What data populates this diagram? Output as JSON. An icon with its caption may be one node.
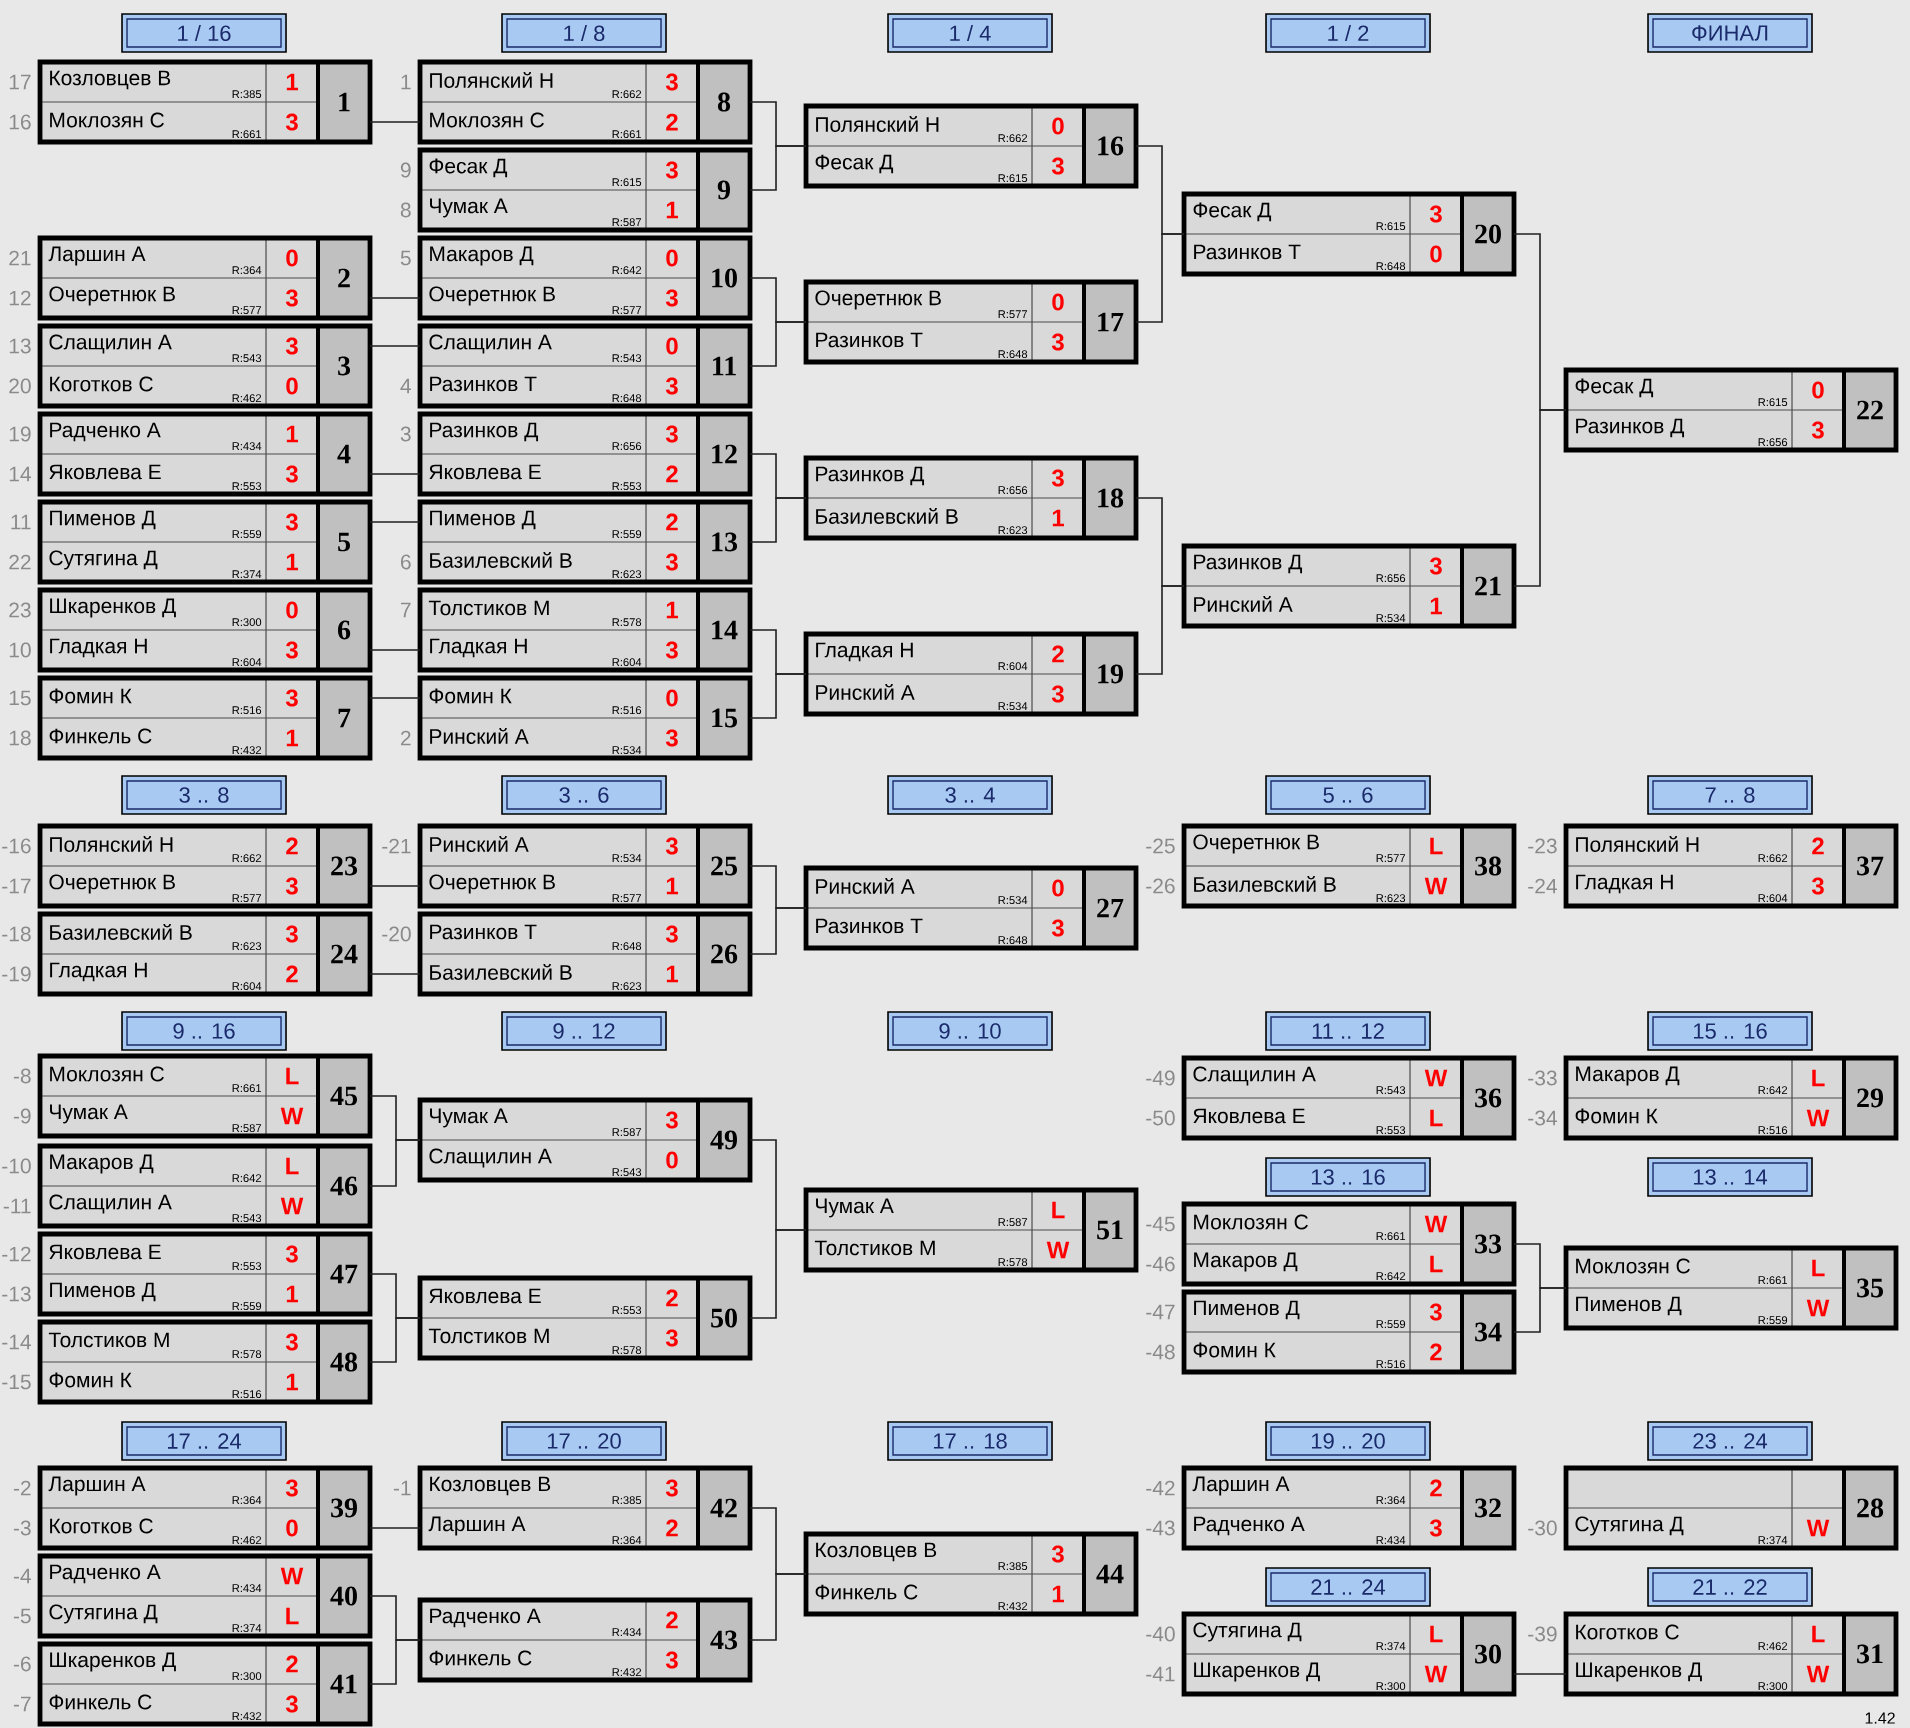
{
  "diagram": {
    "nodes": [
      {
        "text": [
          "1 / 16"
        ]
      },
      {
        "text": [
          "1 / 8"
        ]
      },
      {
        "text": [
          "1 / 4"
        ]
      },
      {
        "text": [
          "1 / 2"
        ]
      },
      {
        "text": [
          "ФИНАЛ"
        ]
      },
      {
        "text": [
          "Козловцев В",
          "R:385",
          "1",
          "Моклозян С",
          "R:661",
          "3",
          "1"
        ],
        "beside": [
          "17",
          "16"
        ]
      },
      {
        "text": [
          "Ларшин А",
          "R:364",
          "0",
          "Очеретнюк В",
          "R:577",
          "3",
          "2"
        ],
        "beside": [
          "21",
          "12"
        ]
      },
      {
        "text": [
          "Слащилин А",
          "R:543",
          "3",
          "Коготков С",
          "R:462",
          "0",
          "3"
        ],
        "beside": [
          "13",
          "20"
        ]
      },
      {
        "text": [
          "Радченко А",
          "R:434",
          "1",
          "Яковлева Е",
          "R:553",
          "3",
          "4"
        ],
        "beside": [
          "19",
          "14"
        ]
      },
      {
        "text": [
          "Пименов Д",
          "R:559",
          "3",
          "Сутягина Д",
          "R:374",
          "1",
          "5"
        ],
        "beside": [
          "11",
          "22"
        ]
      },
      {
        "text": [
          "Шкаренков Д",
          "R:300",
          "0",
          "Гладкая Н",
          "R:604",
          "3",
          "6"
        ],
        "beside": [
          "23",
          "10"
        ]
      },
      {
        "text": [
          "Фомин К",
          "R:516",
          "3",
          "Финкель С",
          "R:432",
          "1",
          "7"
        ],
        "beside": [
          "15",
          "18"
        ]
      },
      {
        "text": [
          "Полянский Н",
          "R:662",
          "3",
          "Моклозян С",
          "R:661",
          "2",
          "8"
        ],
        "beside": [
          "1"
        ]
      },
      {
        "text": [
          "Фесак Д",
          "R:615",
          "3",
          "Чумак А",
          "R:587",
          "1",
          "9"
        ],
        "beside": [
          "9",
          "8"
        ]
      },
      {
        "text": [
          "Макаров Д",
          "R:642",
          "0",
          "Очеретнюк В",
          "R:577",
          "3",
          "10"
        ],
        "beside": [
          "5"
        ]
      },
      {
        "text": [
          "Слащилин А",
          "R:543",
          "0",
          "Разинков Т",
          "R:648",
          "3",
          "11"
        ],
        "beside": [
          "4"
        ]
      },
      {
        "text": [
          "Разинков Д",
          "R:656",
          "3",
          "Яковлева Е",
          "R:553",
          "2",
          "12"
        ],
        "beside": [
          "3"
        ]
      },
      {
        "text": [
          "Пименов Д",
          "R:559",
          "2",
          "Базилевский В",
          "R:623",
          "3",
          "13"
        ],
        "beside": [
          "6"
        ]
      },
      {
        "text": [
          "Толстиков М",
          "R:578",
          "1",
          "Гладкая Н",
          "R:604",
          "3",
          "14"
        ],
        "beside": [
          "7"
        ]
      },
      {
        "text": [
          "Фомин К",
          "R:516",
          "0",
          "Ринский А",
          "R:534",
          "3",
          "15"
        ],
        "beside": [
          "2"
        ]
      },
      {
        "text": [
          "Полянский Н",
          "R:662",
          "0",
          "Фесак Д",
          "R:615",
          "3",
          "16"
        ]
      },
      {
        "text": [
          "Очеретнюк В",
          "R:577",
          "0",
          "Разинков Т",
          "R:648",
          "3",
          "17"
        ]
      },
      {
        "text": [
          "Разинков Д",
          "R:656",
          "3",
          "Базилевский В",
          "R:623",
          "1",
          "18"
        ]
      },
      {
        "text": [
          "Гладкая Н",
          "R:604",
          "2",
          "Ринский А",
          "R:534",
          "3",
          "19"
        ]
      },
      {
        "text": [
          "Фесак Д",
          "R:615",
          "3",
          "Разинков Т",
          "R:648",
          "0",
          "20"
        ]
      },
      {
        "text": [
          "Разинков Д",
          "R:656",
          "3",
          "Ринский А",
          "R:534",
          "1",
          "21"
        ]
      },
      {
        "text": [
          "Фесак Д",
          "R:615",
          "0",
          "Разинков Д",
          "R:656",
          "3",
          "22"
        ]
      },
      {
        "text": [
          "3 .. 8"
        ]
      },
      {
        "text": [
          "3 .. 6"
        ]
      },
      {
        "text": [
          "3 .. 4"
        ]
      },
      {
        "text": [
          "5 .. 6"
        ]
      },
      {
        "text": [
          "7 .. 8"
        ]
      },
      {
        "text": [
          "Полянский Н",
          "R:662",
          "2",
          "Очеретнюк В",
          "R:577",
          "3",
          "23"
        ],
        "beside": [
          "-16",
          "-17"
        ]
      },
      {
        "text": [
          "Базилевский В",
          "R:623",
          "3",
          "Гладкая Н",
          "R:604",
          "2",
          "24"
        ],
        "beside": [
          "-18",
          "-19"
        ]
      },
      {
        "text": [
          "Ринский А",
          "R:534",
          "3",
          "Очеретнюк В",
          "R:577",
          "1",
          "25"
        ],
        "beside": [
          "-21"
        ]
      },
      {
        "text": [
          "Разинков Т",
          "R:648",
          "3",
          "Базилевский В",
          "R:623",
          "1",
          "26"
        ],
        "beside": [
          "-20"
        ]
      },
      {
        "text": [
          "Ринский А",
          "R:534",
          "0",
          "Разинков Т",
          "R:648",
          "3",
          "27"
        ]
      },
      {
        "text": [
          "Очеретнюк В",
          "R:577",
          "L",
          "Базилевский В",
          "R:623",
          "W",
          "38"
        ],
        "beside": [
          "-25",
          "-26"
        ]
      },
      {
        "text": [
          "Полянский Н",
          "R:662",
          "2",
          "Гладкая Н",
          "R:604",
          "3",
          "37"
        ],
        "beside": [
          "-23",
          "-24"
        ]
      },
      {
        "text": [
          "9 .. 16"
        ]
      },
      {
        "text": [
          "9 .. 12"
        ]
      },
      {
        "text": [
          "9 .. 10"
        ]
      },
      {
        "text": [
          "11 .. 12"
        ]
      },
      {
        "text": [
          "15 .. 16"
        ]
      },
      {
        "text": [
          "Моклозян С",
          "R:661",
          "L",
          "Чумак А",
          "R:587",
          "W",
          "45"
        ],
        "beside": [
          "-8",
          "-9"
        ]
      },
      {
        "text": [
          "Макаров Д",
          "R:642",
          "L",
          "Слащилин А",
          "R:543",
          "W",
          "46"
        ],
        "beside": [
          "-10",
          "-11"
        ]
      },
      {
        "text": [
          "Яковлева Е",
          "R:553",
          "3",
          "Пименов Д",
          "R:559",
          "1",
          "47"
        ],
        "beside": [
          "-12",
          "-13"
        ]
      },
      {
        "text": [
          "Толстиков М",
          "R:578",
          "3",
          "Фомин К",
          "R:516",
          "1",
          "48"
        ],
        "beside": [
          "-14",
          "-15"
        ]
      },
      {
        "text": [
          "Чумак А",
          "R:587",
          "3",
          "Слащилин А",
          "R:543",
          "0",
          "49"
        ]
      },
      {
        "text": [
          "Яковлева Е",
          "R:553",
          "2",
          "Толстиков М",
          "R:578",
          "3",
          "50"
        ]
      },
      {
        "text": [
          "Чумак А",
          "R:587",
          "L",
          "Толстиков М",
          "R:578",
          "W",
          "51"
        ]
      },
      {
        "text": [
          "Слащилин А",
          "R:543",
          "W",
          "Яковлева Е",
          "R:553",
          "L",
          "36"
        ],
        "beside": [
          "-49",
          "-50"
        ]
      },
      {
        "text": [
          "Макаров Д",
          "R:642",
          "L",
          "Фомин К",
          "R:516",
          "W",
          "29"
        ],
        "beside": [
          "-33",
          "-34"
        ]
      },
      {
        "text": [
          "13 .. 16"
        ]
      },
      {
        "text": [
          "13 .. 14"
        ]
      },
      {
        "text": [
          "Моклозян С",
          "R:661",
          "W",
          "Макаров Д",
          "R:642",
          "L",
          "33"
        ],
        "beside": [
          "-45",
          "-46"
        ]
      },
      {
        "text": [
          "Пименов Д",
          "R:559",
          "3",
          "Фомин К",
          "R:516",
          "2",
          "34"
        ],
        "beside": [
          "-47",
          "-48"
        ]
      },
      {
        "text": [
          "Моклозян С",
          "R:661",
          "L",
          "Пименов Д",
          "R:559",
          "W",
          "35"
        ]
      },
      {
        "text": [
          "17 .. 24"
        ]
      },
      {
        "text": [
          "17 .. 20"
        ]
      },
      {
        "text": [
          "17 .. 18"
        ]
      },
      {
        "text": [
          "19 .. 20"
        ]
      },
      {
        "text": [
          "23 .. 24"
        ]
      },
      {
        "text": [
          "Ларшин А",
          "R:364",
          "3",
          "Коготков С",
          "R:462",
          "0",
          "39"
        ],
        "beside": [
          "-2",
          "-3"
        ]
      },
      {
        "text": [
          "Радченко А",
          "R:434",
          "W",
          "Сутягина Д",
          "R:374",
          "L",
          "40"
        ],
        "beside": [
          "-4",
          "-5"
        ]
      },
      {
        "text": [
          "Шкаренков Д",
          "R:300",
          "2",
          "Финкель С",
          "R:432",
          "3",
          "41"
        ],
        "beside": [
          "-6",
          "-7"
        ]
      },
      {
        "text": [
          "Козловцев В",
          "R:385",
          "3",
          "Ларшин А",
          "R:364",
          "2",
          "42"
        ],
        "beside": [
          "-1"
        ]
      },
      {
        "text": [
          "Радченко А",
          "R:434",
          "2",
          "Финкель С",
          "R:432",
          "3",
          "43"
        ]
      },
      {
        "text": [
          "Козловцев В",
          "R:385",
          "3",
          "Финкель С",
          "R:432",
          "1",
          "44"
        ]
      },
      {
        "text": [
          "Ларшин А",
          "R:364",
          "2",
          "Радченко А",
          "R:434",
          "3",
          "32"
        ],
        "beside": [
          "-42",
          "-43"
        ]
      },
      {
        "text": [
          "Сутягина Д",
          "R:374",
          "W",
          "28"
        ],
        "beside": [
          "-30"
        ]
      },
      {
        "text": [
          "21 .. 24"
        ]
      },
      {
        "text": [
          "21 .. 22"
        ]
      },
      {
        "text": [
          "Сутягина Д",
          "R:374",
          "L",
          "Шкаренков Д",
          "R:300",
          "W",
          "30"
        ],
        "beside": [
          "-40",
          "-41"
        ]
      },
      {
        "text": [
          "Коготков С",
          "R:462",
          "L",
          "Шкаренков Д",
          "R:300",
          "W",
          "31"
        ],
        "beside": [
          "-39"
        ]
      }
    ],
    "edges": [
      {
        "from": 5,
        "to": 12,
        "arrow": "none"
      },
      {
        "from": 6,
        "to": 14,
        "arrow": "none"
      },
      {
        "from": 7,
        "to": 15,
        "arrow": "none"
      },
      {
        "from": 8,
        "to": 16,
        "arrow": "none"
      },
      {
        "from": 9,
        "to": 17,
        "arrow": "none"
      },
      {
        "from": 10,
        "to": 18,
        "arrow": "none"
      },
      {
        "from": 11,
        "to": 19,
        "arrow": "none"
      },
      {
        "from": 12,
        "to": 20,
        "arrow": "none"
      },
      {
        "from": 13,
        "to": 20,
        "arrow": "none"
      },
      {
        "from": 14,
        "to": 21,
        "arrow": "none"
      },
      {
        "from": 15,
        "to": 21,
        "arrow": "none"
      },
      {
        "from": 16,
        "to": 22,
        "arrow": "none"
      },
      {
        "from": 17,
        "to": 22,
        "arrow": "none"
      },
      {
        "from": 18,
        "to": 23,
        "arrow": "none"
      },
      {
        "from": 19,
        "to": 23,
        "arrow": "none"
      },
      {
        "from": 20,
        "to": 24,
        "arrow": "none"
      },
      {
        "from": 21,
        "to": 24,
        "arrow": "none"
      },
      {
        "from": 22,
        "to": 25,
        "arrow": "none"
      },
      {
        "from": 23,
        "to": 25,
        "arrow": "none"
      },
      {
        "from": 24,
        "to": 26,
        "arrow": "none"
      },
      {
        "from": 25,
        "to": 26,
        "arrow": "none"
      },
      {
        "from": 32,
        "to": 34,
        "arrow": "none"
      },
      {
        "from": 33,
        "to": 35,
        "arrow": "none"
      },
      {
        "from": 34,
        "to": 36,
        "arrow": "none"
      },
      {
        "from": 35,
        "to": 36,
        "arrow": "none"
      },
      {
        "from": 44,
        "to": 48,
        "arrow": "none"
      },
      {
        "from": 45,
        "to": 48,
        "arrow": "none"
      },
      {
        "from": 46,
        "to": 49,
        "arrow": "none"
      },
      {
        "from": 47,
        "to": 49,
        "arrow": "none"
      },
      {
        "from": 48,
        "to": 50,
        "arrow": "none"
      },
      {
        "from": 49,
        "to": 50,
        "arrow": "none"
      },
      {
        "from": 55,
        "to": 57,
        "arrow": "none"
      },
      {
        "from": 56,
        "to": 57,
        "arrow": "none"
      },
      {
        "from": 63,
        "to": 66,
        "arrow": "none"
      },
      {
        "from": 64,
        "to": 67,
        "arrow": "none"
      },
      {
        "from": 65,
        "to": 67,
        "arrow": "none"
      },
      {
        "from": 66,
        "to": 68,
        "arrow": "none"
      },
      {
        "from": 67,
        "to": 68,
        "arrow": "none"
      },
      {
        "from": 73,
        "to": 74,
        "arrow": "none"
      }
    ],
    "labels": [
      "1.42"
    ]
  }
}
